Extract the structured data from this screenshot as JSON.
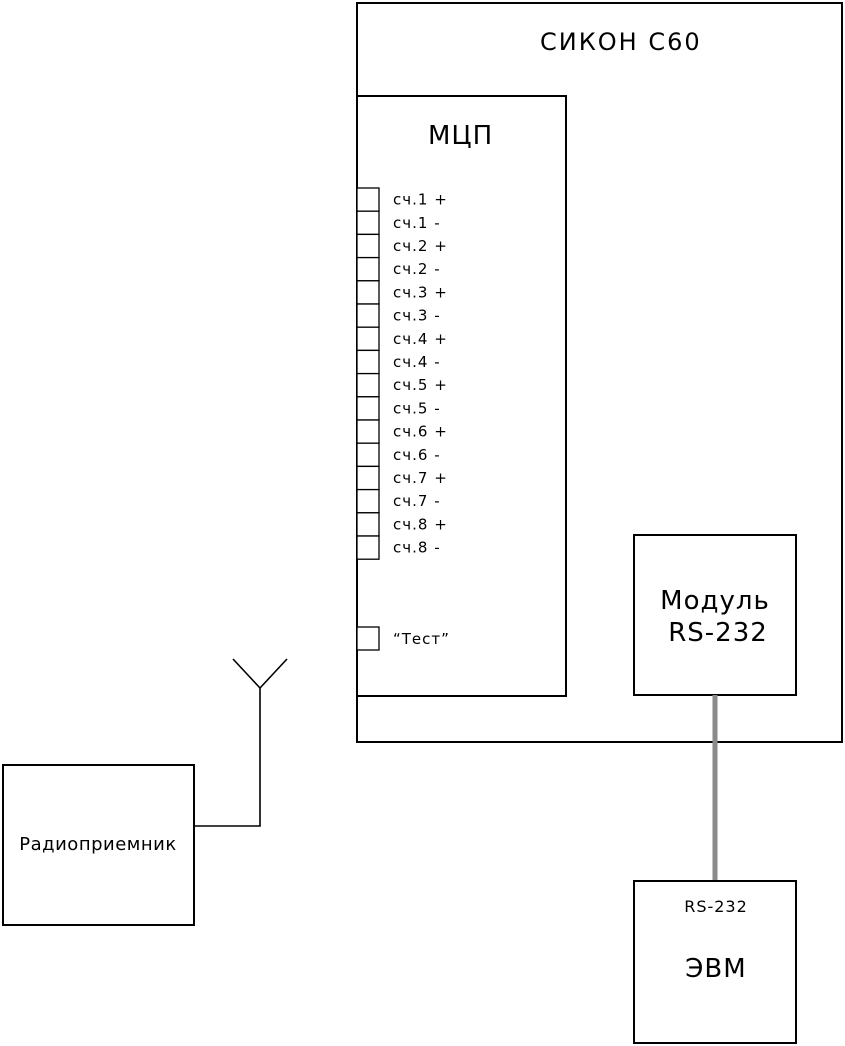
{
  "device": {
    "title": "СИКОН С60"
  },
  "mcp": {
    "title": "МЦП",
    "channels": [
      "сч.1 +",
      "сч.1 -",
      "сч.2 +",
      "сч.2 -",
      "сч.3 +",
      "сч.3 -",
      "сч.4 +",
      "сч.4 -",
      "сч.5 +",
      "сч.5 -",
      "сч.6 +",
      "сч.6 -",
      "сч.7 +",
      "сч.7 -",
      "сч.8 +",
      "сч.8 -"
    ],
    "test_label": "“Тест”"
  },
  "rs_module": {
    "line1": "Модуль",
    "line2": "RS-232"
  },
  "computer": {
    "port_label": "RS-232",
    "title": "ЭВМ"
  },
  "radio": {
    "title": "Радиоприемник"
  },
  "colors": {
    "cable": "#8a8a8a",
    "line": "#000000"
  }
}
